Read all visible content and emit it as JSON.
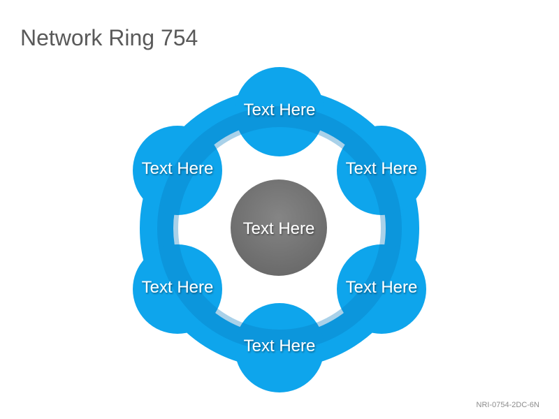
{
  "title": "Network Ring 754",
  "colors": {
    "ring": "#0ea5ec",
    "node": "#0ea5ec",
    "ring_shadow": "#0a7bbf",
    "center": "#767676",
    "text": "#ffffff",
    "title": "#595959"
  },
  "center": {
    "label": "Text Here"
  },
  "nodes": [
    {
      "label": "Text Here"
    },
    {
      "label": "Text Here"
    },
    {
      "label": "Text Here"
    },
    {
      "label": "Text Here"
    },
    {
      "label": "Text Here"
    },
    {
      "label": "Text Here"
    }
  ],
  "footer": {
    "code": "NRI-0754-2DC-6N"
  }
}
